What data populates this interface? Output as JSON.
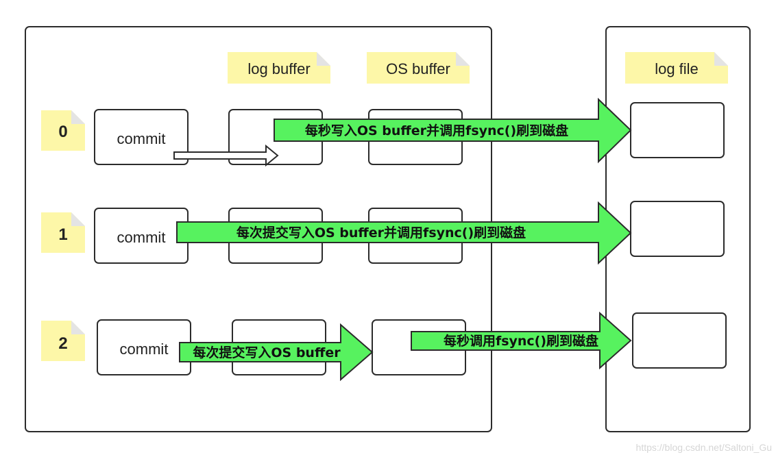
{
  "headers": {
    "log_buffer": "log buffer",
    "os_buffer": "OS buffer",
    "log_file": "log file"
  },
  "rows": [
    {
      "number": "0",
      "commit": "commit",
      "arrow_text": "每秒写入OS buffer并调用fsync()刷到磁盘"
    },
    {
      "number": "1",
      "commit": "commit",
      "arrow_text": "每次提交写入OS buffer并调用fsync()刷到磁盘"
    },
    {
      "number": "2",
      "commit": "commit",
      "arrow_text_1": "每次提交写入OS buffer",
      "arrow_text_2": "每秒调用fsync()刷到磁盘"
    }
  ],
  "watermark": "https://blog.csdn.net/Saltoni_Gu",
  "colors": {
    "note_fill": "#fdf7a8",
    "note_fold": "#e4e4e4",
    "arrow_fill": "#57f25f",
    "border": "#2b2b2b"
  }
}
